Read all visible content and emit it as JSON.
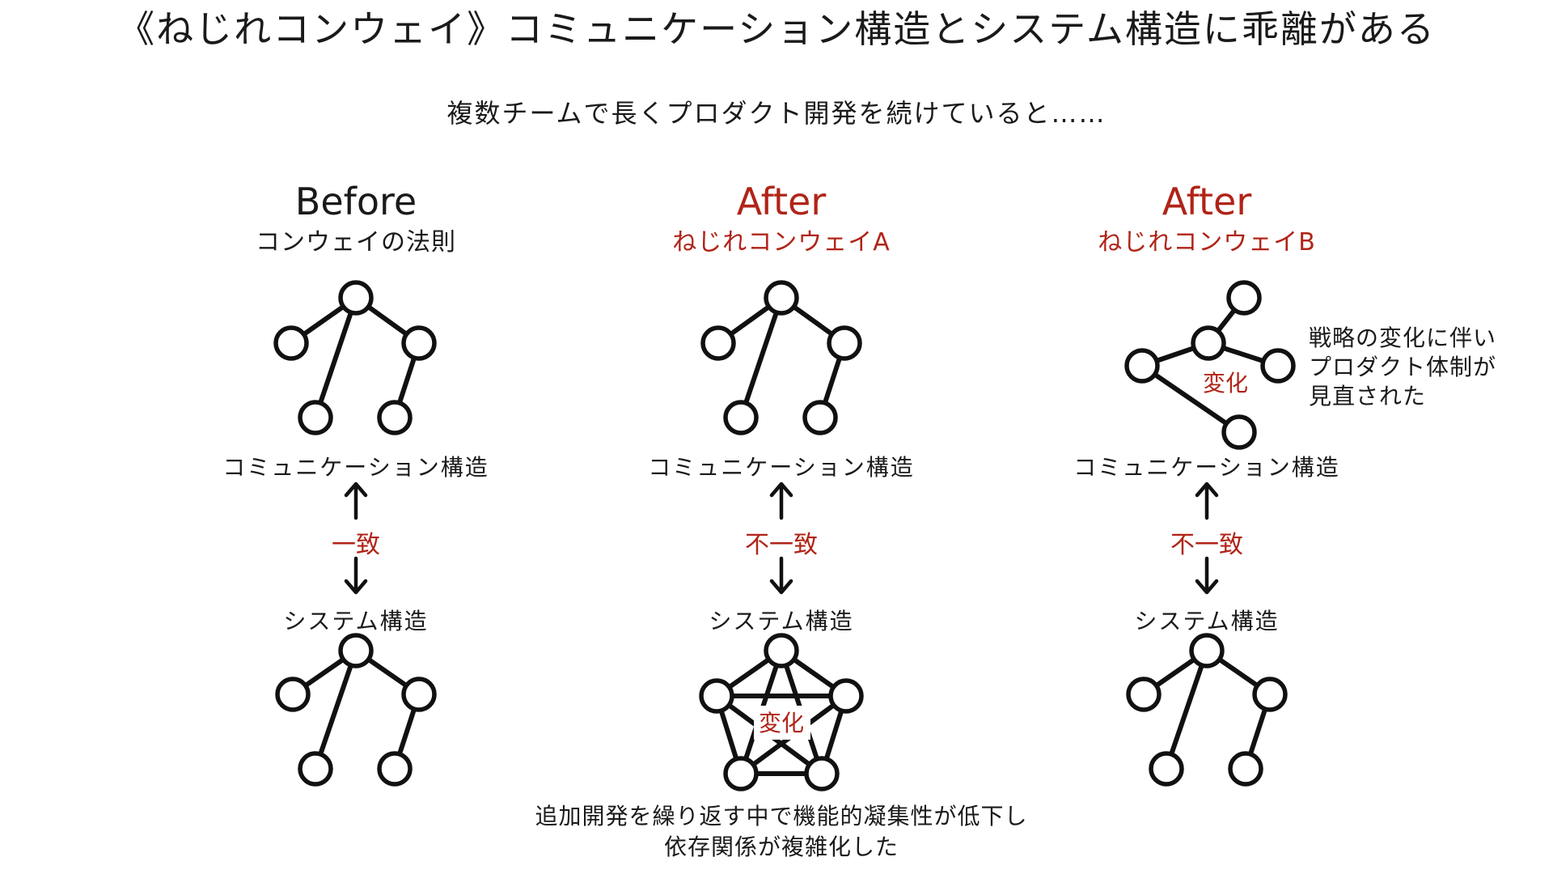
{
  "title": "《ねじれコンウェイ》コミュニケーション構造とシステム構造に乖離がある",
  "subtitle": "複数チームで長くプロダクト開発を続けていると……",
  "columns": [
    {
      "heading": "Before",
      "subheading": "コンウェイの法則",
      "comm_label": "コミュニケーション構造",
      "relation": "一致",
      "system_label": "システム構造"
    },
    {
      "heading": "After",
      "subheading": "ねじれコンウェイA",
      "comm_label": "コミュニケーション構造",
      "relation": "不一致",
      "system_label": "システム構造",
      "change_label": "変化"
    },
    {
      "heading": "After",
      "subheading": "ねじれコンウェイB",
      "comm_label": "コミュニケーション構造",
      "relation": "不一致",
      "system_label": "システム構造",
      "change_label": "変化",
      "note_lines": [
        "戦略の変化に伴い",
        "プロダクト体制が",
        "見直された"
      ]
    }
  ],
  "footer_lines": [
    "追加開発を繰り返す中で機能的凝集性が低下し",
    "依存関係が複雑化した"
  ],
  "colors": {
    "accent": "#b02418",
    "ink": "#111111"
  }
}
